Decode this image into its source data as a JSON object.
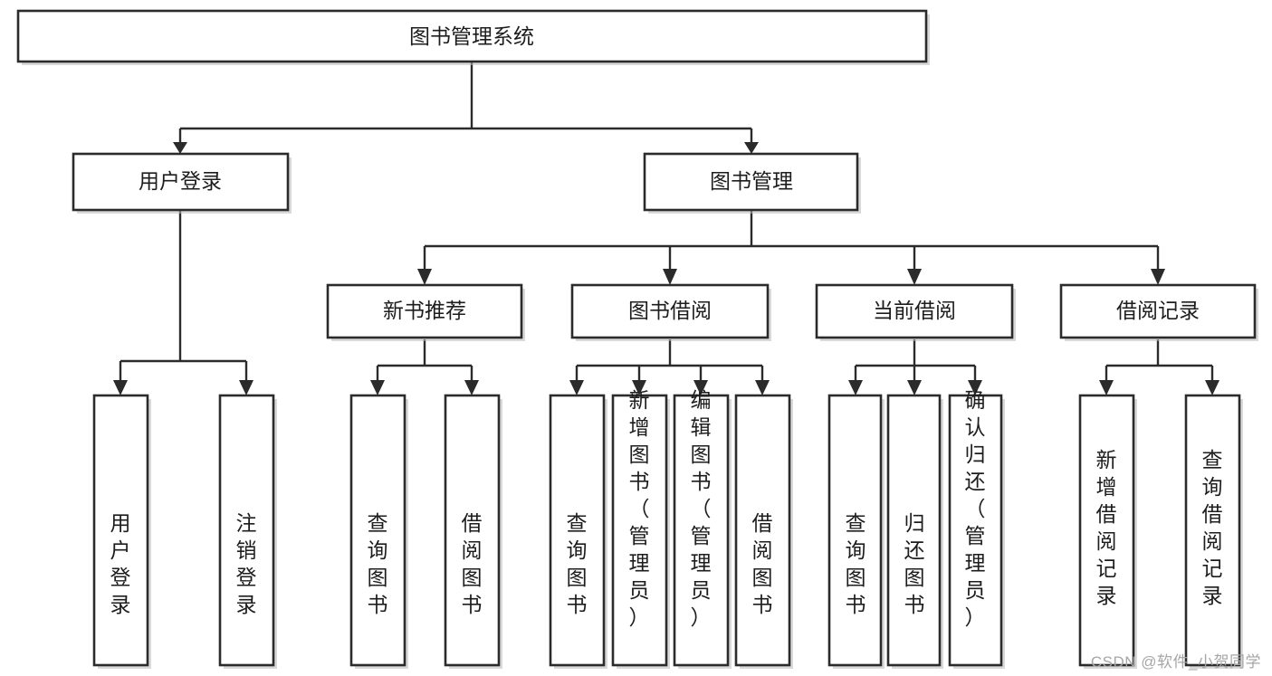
{
  "diagram": {
    "title": "图书管理系统",
    "type": "tree-hierarchy",
    "root": {
      "id": "root",
      "label": "图书管理系统"
    },
    "level2": [
      {
        "id": "user-login",
        "label": "用户登录"
      },
      {
        "id": "book-manage",
        "label": "图书管理"
      }
    ],
    "level3": [
      {
        "id": "new-book-rec",
        "label": "新书推荐",
        "parent": "book-manage"
      },
      {
        "id": "book-borrow",
        "label": "图书借阅",
        "parent": "book-manage"
      },
      {
        "id": "current-borrow",
        "label": "当前借阅",
        "parent": "book-manage"
      },
      {
        "id": "borrow-record",
        "label": "借阅记录",
        "parent": "book-manage"
      }
    ],
    "leaves": [
      {
        "id": "leaf-user-login",
        "label": "用户登录",
        "parent": "user-login"
      },
      {
        "id": "leaf-logout",
        "label": "注销登录",
        "parent": "user-login"
      },
      {
        "id": "leaf-query-book-1",
        "label": "查询图书",
        "parent": "new-book-rec"
      },
      {
        "id": "leaf-borrow-book-1",
        "label": "借阅图书",
        "parent": "new-book-rec"
      },
      {
        "id": "leaf-query-book-2",
        "label": "查询图书",
        "parent": "book-borrow"
      },
      {
        "id": "leaf-add-book",
        "label": "新增图书（管理员）",
        "parent": "book-borrow"
      },
      {
        "id": "leaf-edit-book",
        "label": "编辑图书（管理员）",
        "parent": "book-borrow"
      },
      {
        "id": "leaf-borrow-book-2",
        "label": "借阅图书",
        "parent": "book-borrow"
      },
      {
        "id": "leaf-query-book-3",
        "label": "查询图书",
        "parent": "current-borrow"
      },
      {
        "id": "leaf-return-book",
        "label": "归还图书",
        "parent": "current-borrow"
      },
      {
        "id": "leaf-confirm-return",
        "label": "确认归还（管理员）",
        "parent": "current-borrow"
      },
      {
        "id": "leaf-add-record",
        "label": "新增借阅记录",
        "parent": "borrow-record"
      },
      {
        "id": "leaf-query-record",
        "label": "查询借阅记录",
        "parent": "borrow-record"
      }
    ],
    "colors": {
      "stroke": "#2b2b2b",
      "fill": "#ffffff",
      "text": "#1d1d1d",
      "watermark": "#a6a6a6"
    }
  },
  "watermark": {
    "text": "CSDN @软件_小贺同学"
  }
}
